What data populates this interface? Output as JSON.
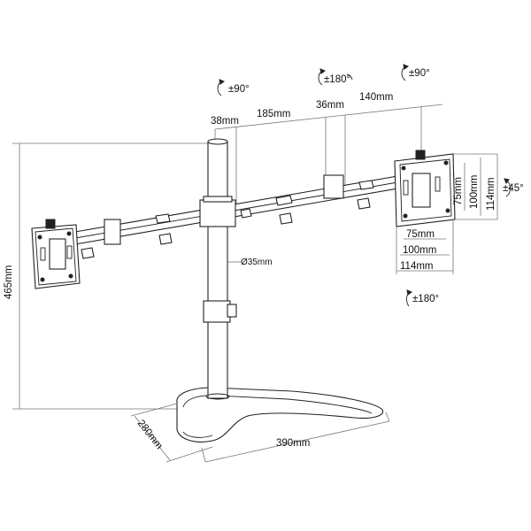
{
  "rotation": {
    "left_pole": "±90°",
    "center_arm": "±180°",
    "right_arm": "±90°",
    "tilt": "±45°",
    "swivel": "±180°"
  },
  "dimensions": {
    "offset_38": "38mm",
    "arm_185": "185mm",
    "arm_36": "36mm",
    "arm_140": "140mm",
    "pole_diameter": "Ø35mm",
    "height": "465mm",
    "base_depth": "280mm",
    "base_width": "390mm"
  },
  "vesa": {
    "v75": "75mm",
    "v100": "100mm",
    "v114": "114mm",
    "h75": "75mm",
    "h100": "100mm",
    "h114": "114mm"
  }
}
